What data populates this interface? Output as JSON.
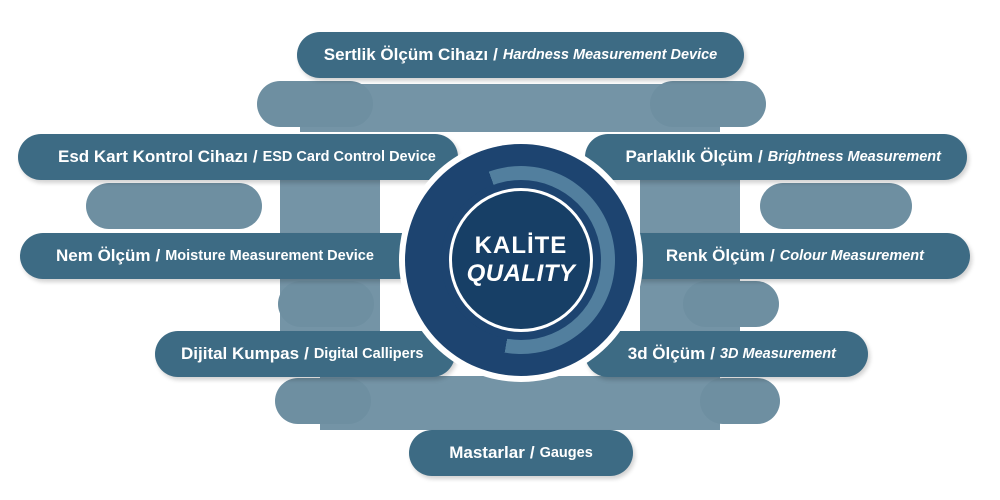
{
  "center": {
    "line1": "KALİTE",
    "line2": "QUALITY"
  },
  "items": [
    {
      "tr": "Sertlik Ölçüm Cihazı",
      "sep": "/",
      "en": "Hardness Measurement Device"
    },
    {
      "tr": "Esd Kart Kontrol Cihazı",
      "sep": "/",
      "en": "ESD Card Control Device"
    },
    {
      "tr": "Parlaklık Ölçüm",
      "sep": "/",
      "en": "Brightness Measurement"
    },
    {
      "tr": "Nem Ölçüm",
      "sep": "/",
      "en": "Moisture Measurement Device"
    },
    {
      "tr": "Renk Ölçüm",
      "sep": "/",
      "en": "Colour Measurement"
    },
    {
      "tr": "Dijital Kumpas",
      "sep": "/",
      "en": "Digital Callipers"
    },
    {
      "tr": "3d Ölçüm",
      "sep": "/",
      "en": "3D Measurement"
    },
    {
      "tr": "Mastarlar",
      "sep": "/",
      "en": "Gauges"
    }
  ],
  "colors": {
    "pill": "#3d6b84",
    "connector": "#6e8fa1",
    "core": "#173f66",
    "ring": "#1d4470",
    "arc": "#527f9e"
  }
}
